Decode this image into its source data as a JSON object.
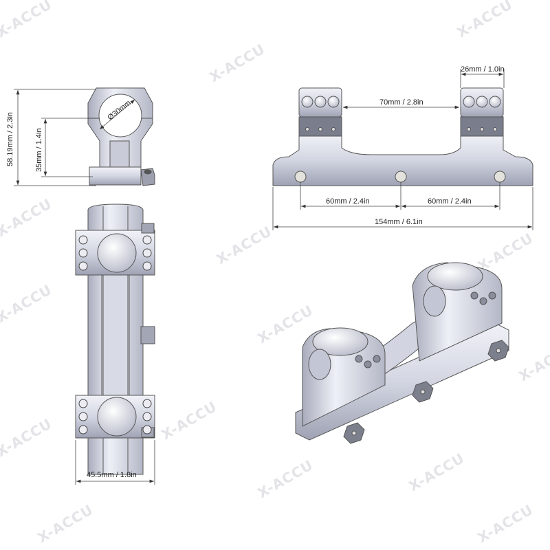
{
  "watermark": "X-ACCU",
  "front_view": {
    "total_height": "58.19mm / 2.3in",
    "center_height": "35mm / 1.4in",
    "ring_diameter": "Ø30mm"
  },
  "top_view": {
    "width": "45.5mm / 1.8in"
  },
  "side_view": {
    "ring_width": "26mm / 1.0in",
    "ring_spacing": "70mm / 2.8in",
    "bolt_spacing_left": "60mm / 2.4in",
    "bolt_spacing_right": "60mm / 2.4in",
    "total_length": "154mm / 6.1in"
  },
  "colors": {
    "metal_light": "#e6e8f2",
    "metal_mid": "#b9bccb",
    "metal_dark": "#6f7282",
    "line": "#333333"
  }
}
